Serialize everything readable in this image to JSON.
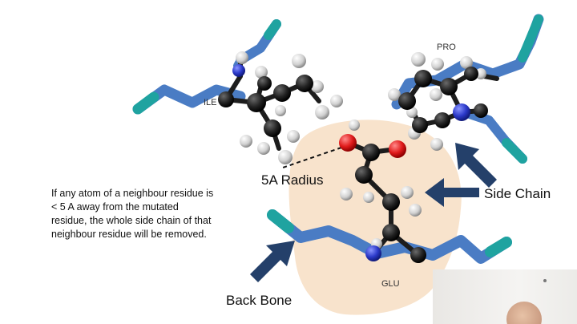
{
  "residues": {
    "ile": "ILE",
    "pro": "PRO",
    "glu": "GLU"
  },
  "annotations": {
    "radius": "5A Radius",
    "side_chain": "Side Chain",
    "back_bone": "Back Bone"
  },
  "description": {
    "lines": [
      "If any atom of a neighbour residue is",
      "< 5 A away from the mutated",
      "residue, the whole side chain of that",
      "neighbour residue will be removed."
    ]
  },
  "colors": {
    "backbone_blue": "#4a7cc4",
    "backbone_teal": "#1fa3a0",
    "zone_peach": "#f8e3cc",
    "arrow_navy": "#24406a",
    "carbon": "#1d1d1d",
    "hydrogen": "#d8d8d8",
    "oxygen": "#e01b1b",
    "nitrogen": "#2b39c9"
  }
}
